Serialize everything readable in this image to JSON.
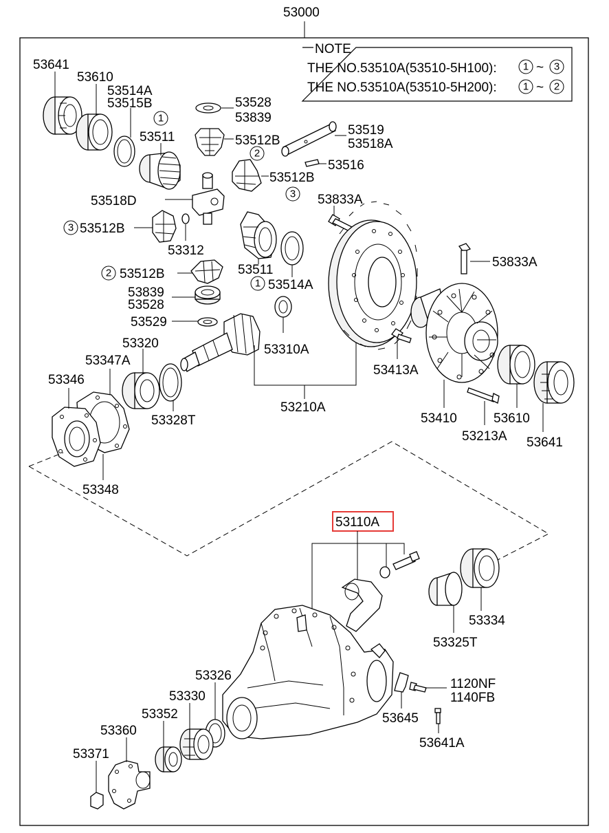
{
  "assembly_number": "53000",
  "note": {
    "title": "NOTE",
    "line1": {
      "text": "THE NO.53510A(53510-5H100):",
      "from": "1",
      "sep": "~",
      "to": "3"
    },
    "line2": {
      "text": "THE NO.53510A(53510-5H200):",
      "from": "1",
      "sep": "~",
      "to": "2"
    }
  },
  "highlighted_part": "53110A",
  "callouts": {
    "c1a": "1",
    "c2a": "2",
    "c3a": "3",
    "c3b": "3",
    "c2b": "2",
    "c1b": "1"
  },
  "labels": {
    "l53641a": "53641",
    "l53610a": "53610",
    "l53514a": "53514A",
    "l53515b": "53515B",
    "l53511a": "53511",
    "l53528a": "53528",
    "l53839a": "53839",
    "l53512b1": "53512B",
    "l53519": "53519",
    "l53518a": "53518A",
    "l53516": "53516",
    "l53512b2": "53512B",
    "l53518d": "53518D",
    "l53833a1": "53833A",
    "l53512b3": "53512B",
    "l53312": "53312",
    "l53511b": "53511",
    "l53833a2": "53833A",
    "l53512b4": "53512B",
    "l53839b": "53839",
    "l53528b": "53528",
    "l53514ab": "53514A",
    "l53529": "53529",
    "l53310a": "53310A",
    "l53413a": "53413A",
    "l53320": "53320",
    "l53347a": "53347A",
    "l53346": "53346",
    "l53328t": "53328T",
    "l53210a": "53210A",
    "l53410": "53410",
    "l53610b": "53610",
    "l53213a": "53213A",
    "l53641b": "53641",
    "l53348": "53348",
    "l53334": "53334",
    "l53325t": "53325T",
    "l53326": "53326",
    "l53330": "53330",
    "l53352": "53352",
    "l53360": "53360",
    "l53371": "53371",
    "l1120nf": "1120NF",
    "l1140fb": "1140FB",
    "l53645": "53645",
    "l53641ab": "53641A"
  }
}
